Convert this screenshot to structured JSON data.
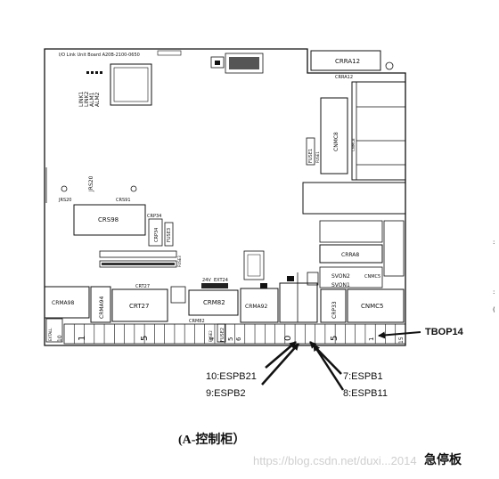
{
  "board": {
    "header_text": "I/O Link Unit Board  A20B-2100-0650",
    "labels": {
      "crra12_top": "CRRA12",
      "crra12_under": "CRRA12",
      "link1": "LINK1",
      "link2": "LINK2",
      "alm1": "ALM1",
      "alm2": "ALM2",
      "jrs20": "JRS20",
      "jrs20b": "JRS20",
      "crs91": "CRS91",
      "crs98": "CRS98",
      "crp34": "CRP34",
      "crp34b": "CRP34",
      "fuse3": "FUSE3",
      "fuse3_tag": "FUSE3",
      "fuse1": "FUSE1",
      "fuse1_tag": "FUSE1",
      "cnmc8": "CNMC8",
      "cnmc8_small": "CNMC8",
      "crra8": "CRRA8",
      "svon2": "SVON2",
      "svon1": "SVON1",
      "cnmc5_small": "CNMC5",
      "crma98": "CRMA98",
      "crma94": "CRMA94",
      "crt27": "CRT27",
      "crt27b": "CRT27",
      "crm82": "CRM82",
      "crm82b": "CRM82",
      "v24": "24V",
      "ext24": "EXT24",
      "crma92": "CRMA92",
      "crp33": "CRP33",
      "cnmc5": "CNMC5",
      "fuse2": "FUSE2",
      "fuse2_tag": "FUSE2",
      "sw_label": "EXTALL",
      "tb_num_1": "1",
      "tb_num_5a": "5",
      "tb_num_0": "0",
      "tb_num_5b": "5",
      "tb_num_5c": "5",
      "tb_num_1b": "1",
      "tb_num_15": "15",
      "tb_num_left": "10",
      "tag_4": "4",
      "tag_5": "5",
      "tag_6": "6"
    }
  },
  "callouts": {
    "tbop14": "TBOP14",
    "espb21": "10:ESPB21",
    "espb2": "9:ESPB2",
    "espb1": "7:ESPB1",
    "espb11": "8:ESPB11"
  },
  "caption": "(A-控制柜）",
  "caption_right": "急停板",
  "watermark": "https://blog.csdn.net/duxi...2014"
}
